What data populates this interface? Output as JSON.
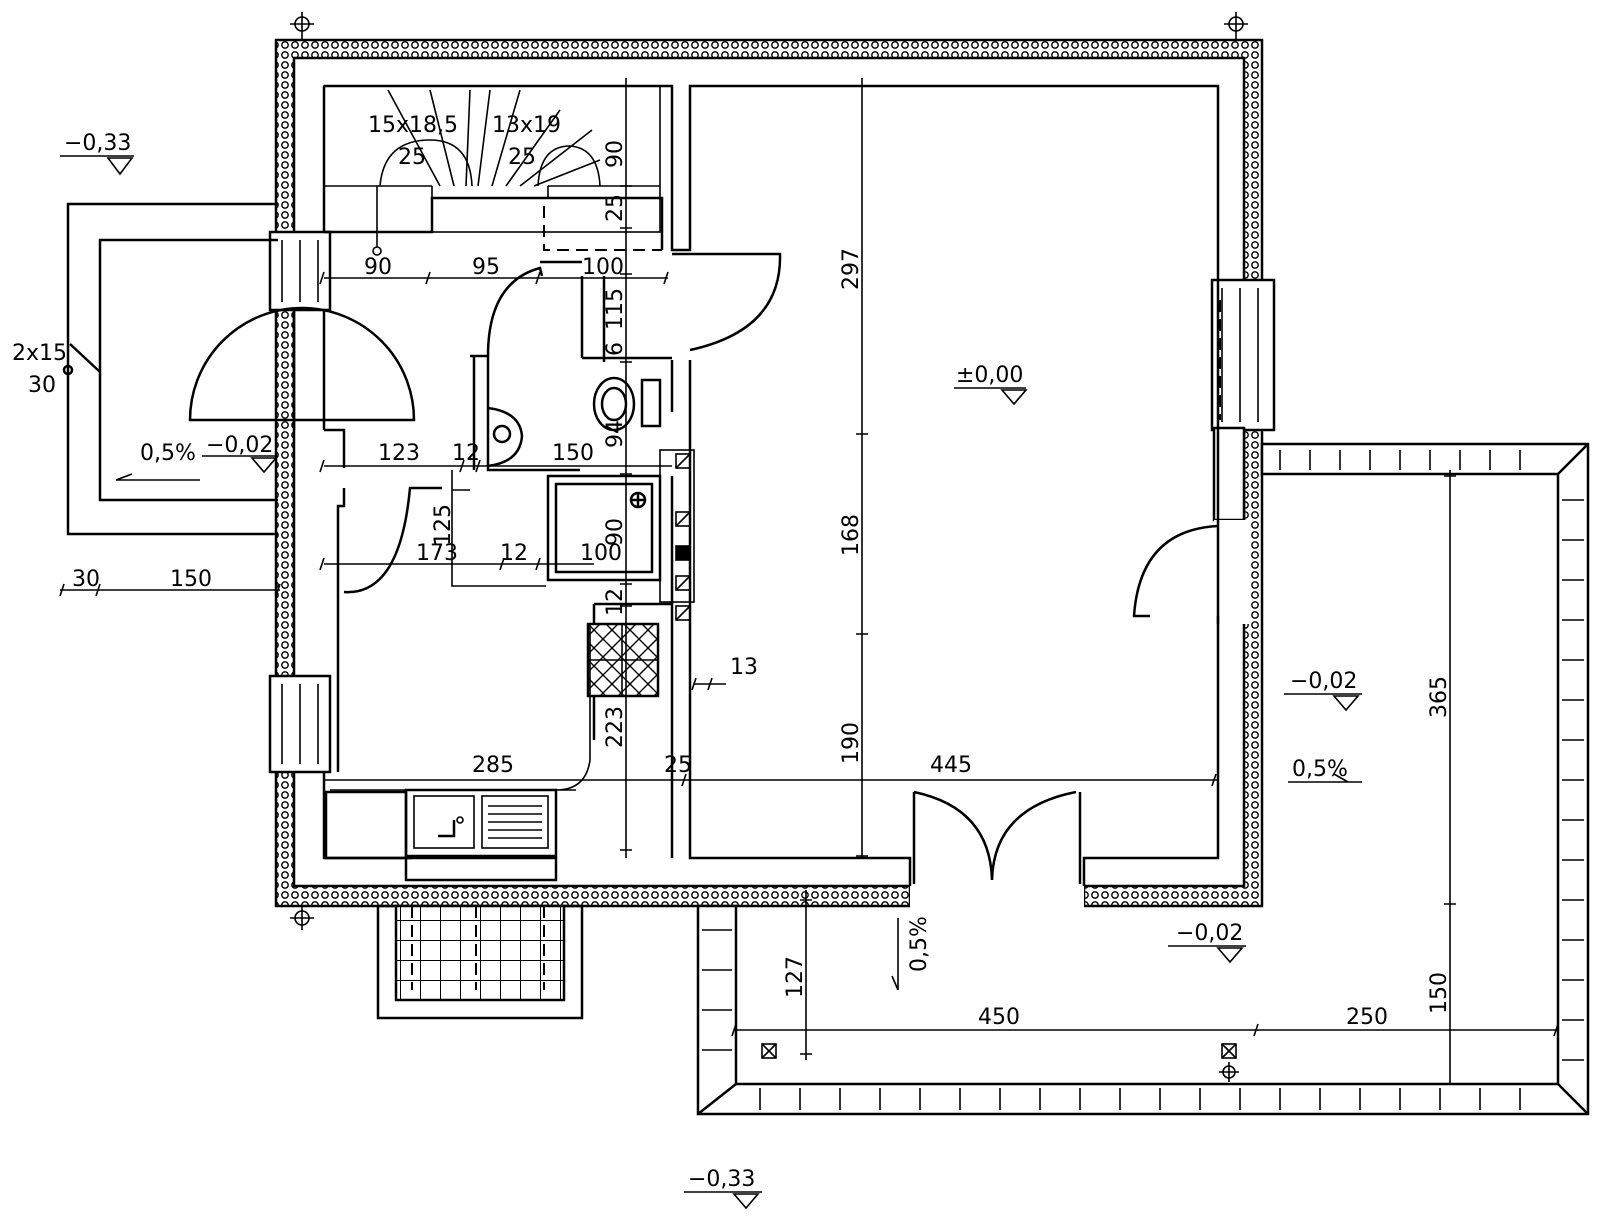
{
  "plan": {
    "levels": {
      "top_left": "−0,33",
      "bottom_center": "−0,33",
      "room_main": "±0,00",
      "entry_left": "−0,02",
      "terrace_right": "−0,02",
      "terrace_bottom": "−0,02"
    },
    "slopes": {
      "left": "0,5%",
      "right": "0,5%",
      "bottom": "0,5%"
    },
    "stairs": {
      "flight_left": "15x18,5",
      "flight_right": "13x19",
      "tread_left": "25",
      "tread_right": "25",
      "entry_steps_a": "2x15",
      "entry_steps_b": "30"
    },
    "dimensions": {
      "d90_top": "90",
      "d95": "95",
      "d100_top": "100",
      "d90_vert_top": "90",
      "d25_vert": "25",
      "d297": "297",
      "d115": "115",
      "d6": "6",
      "d94": "94",
      "d123": "123",
      "d12_a": "12",
      "d150_mid": "150",
      "d168": "168",
      "d125": "125",
      "d173": "173",
      "d12_b": "12",
      "d100_mid": "100",
      "d90_vert_mid": "90",
      "d12_vert": "12",
      "d30": "30",
      "d150_left": "150",
      "d13": "13",
      "d223": "223",
      "d285": "285",
      "d25_horiz": "25",
      "d190": "190",
      "d445": "445",
      "d365": "365",
      "d127": "127",
      "d450": "450",
      "d250": "250",
      "d150_vert_right": "150"
    }
  }
}
